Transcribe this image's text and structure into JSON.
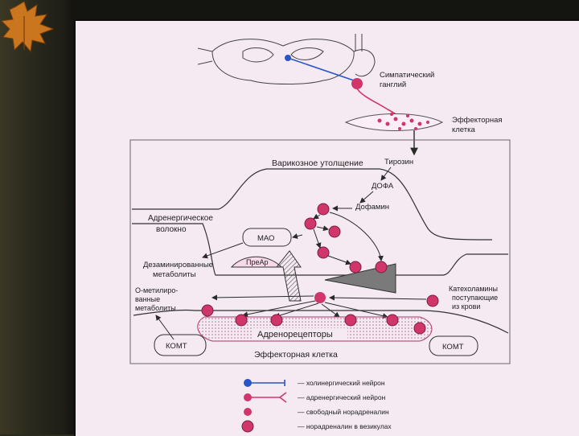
{
  "labels": {
    "sympathetic_ganglion": [
      "Симпатический",
      "ганглий"
    ],
    "effector_cell_top": [
      "Эффекторная",
      "клетка"
    ],
    "varicosity": "Варикозное утолщение",
    "tyrosine": "Тирозин",
    "dopa": "ДОФА",
    "dopamine": "Дофамин",
    "adrenergic_fiber": [
      "Адренергическое",
      "волокно"
    ],
    "mao": "МАО",
    "deaminated": [
      "Дезаминированные",
      "метаболиты"
    ],
    "prear": "ПреАр",
    "methylated": [
      "О-метилиро-",
      "ванные",
      "метаболиты"
    ],
    "catecholamines": [
      "Катехоламины",
      "поступающие",
      "из крови"
    ],
    "adrenoreceptors": "Адренорецепторы",
    "comt_left": "КОМТ",
    "comt_right": "КОМТ",
    "effector_cell_bottom": "Эффекторная клетка"
  },
  "legend": [
    {
      "text": "— холинергический нейрон",
      "color": "#2a55c8",
      "symbol": "cholinergic"
    },
    {
      "text": "— адренергический нейрон",
      "color": "#d1366b",
      "symbol": "adrenergic"
    },
    {
      "text": "— свободный норадреналин",
      "color": "#d1366b",
      "symbol": "free"
    },
    {
      "text": "— норадреналин в везикулах",
      "color": "#d1366b",
      "symbol": "vesicle"
    }
  ],
  "colors": {
    "vesicle": "#d1366b",
    "cholinergic": "#2a55c8",
    "slide_bg": "#f5e9f2",
    "line": "#2a2a2a"
  }
}
